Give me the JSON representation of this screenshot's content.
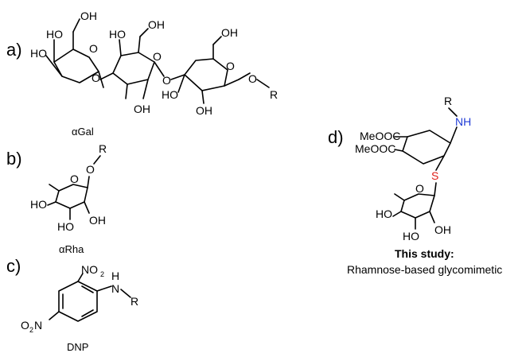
{
  "panels": {
    "a": {
      "label": "a)",
      "name": "αGal",
      "atoms": {
        "oh_top": "OH",
        "ho_top": "HO",
        "ho_left": "HO",
        "o1": "O",
        "oh_mid": "OH",
        "o_ring2_l": "O",
        "o_ring2": "O",
        "ho_mid": "HO",
        "oh_low": "OH",
        "o_link2": "O",
        "oh_r3": "OH",
        "ho_r3": "HO",
        "oh_r3b": "OH",
        "o_ring3": "O",
        "o_r": "O",
        "r": "R"
      }
    },
    "b": {
      "label": "b)",
      "name": "αRha",
      "atoms": {
        "o": "O",
        "r": "R",
        "ring_o": "O",
        "ho1": "HO",
        "ho2": "HO",
        "oh": "OH"
      }
    },
    "c": {
      "label": "c)",
      "name": "DNP",
      "atoms": {
        "no2_top": "NO",
        "no2_top_sub": "2",
        "nh_h": "H",
        "nh_n": "N",
        "r": "R",
        "o2n": "O",
        "o2n_sub": "2",
        "o2n_n": "N"
      }
    },
    "d": {
      "label": "d)",
      "atoms": {
        "r": "R",
        "nh": "NH",
        "meooc1": "MeOOC",
        "meooc2": "MeOOC",
        "s": "S",
        "ring_o": "O",
        "ho1": "HO",
        "ho2": "HO",
        "oh": "OH"
      },
      "caption_bold": "This study:",
      "caption": "Rhamnose-based glycomimetic"
    }
  },
  "colors": {
    "nitrogen": "#1f3bd6",
    "sulfur": "#e0201a"
  }
}
